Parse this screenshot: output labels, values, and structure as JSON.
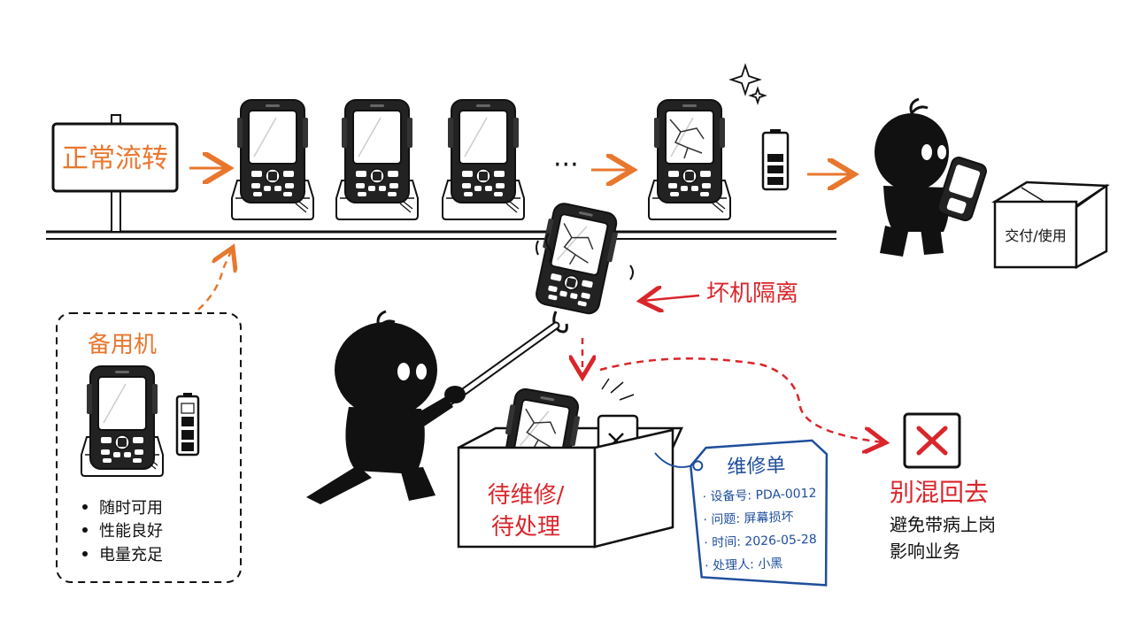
{
  "flow": {
    "sign_label": "正常流转",
    "ellipsis": "···",
    "delivery_label": "交付/使用"
  },
  "isolation": {
    "label": "坏机隔离"
  },
  "spare": {
    "title": "备用机",
    "features": [
      "随时可用",
      "性能良好",
      "电量充足"
    ]
  },
  "repair_box": {
    "label_line1": "待维修/",
    "label_line2": "待处理"
  },
  "ticket": {
    "title": "维修单",
    "rows": [
      "· 设备号: PDA-0012",
      "· 问题: 屏幕损坏",
      "· 时间: 2026-05-28",
      "· 处理人: 小黑"
    ]
  },
  "warning": {
    "title": "别混回去",
    "line1": "避免带病上岗",
    "line2": "影响业务"
  },
  "colors": {
    "orange": "#e8772e",
    "red": "#d9262b",
    "blue": "#1f4e9c",
    "ink": "#111111"
  }
}
